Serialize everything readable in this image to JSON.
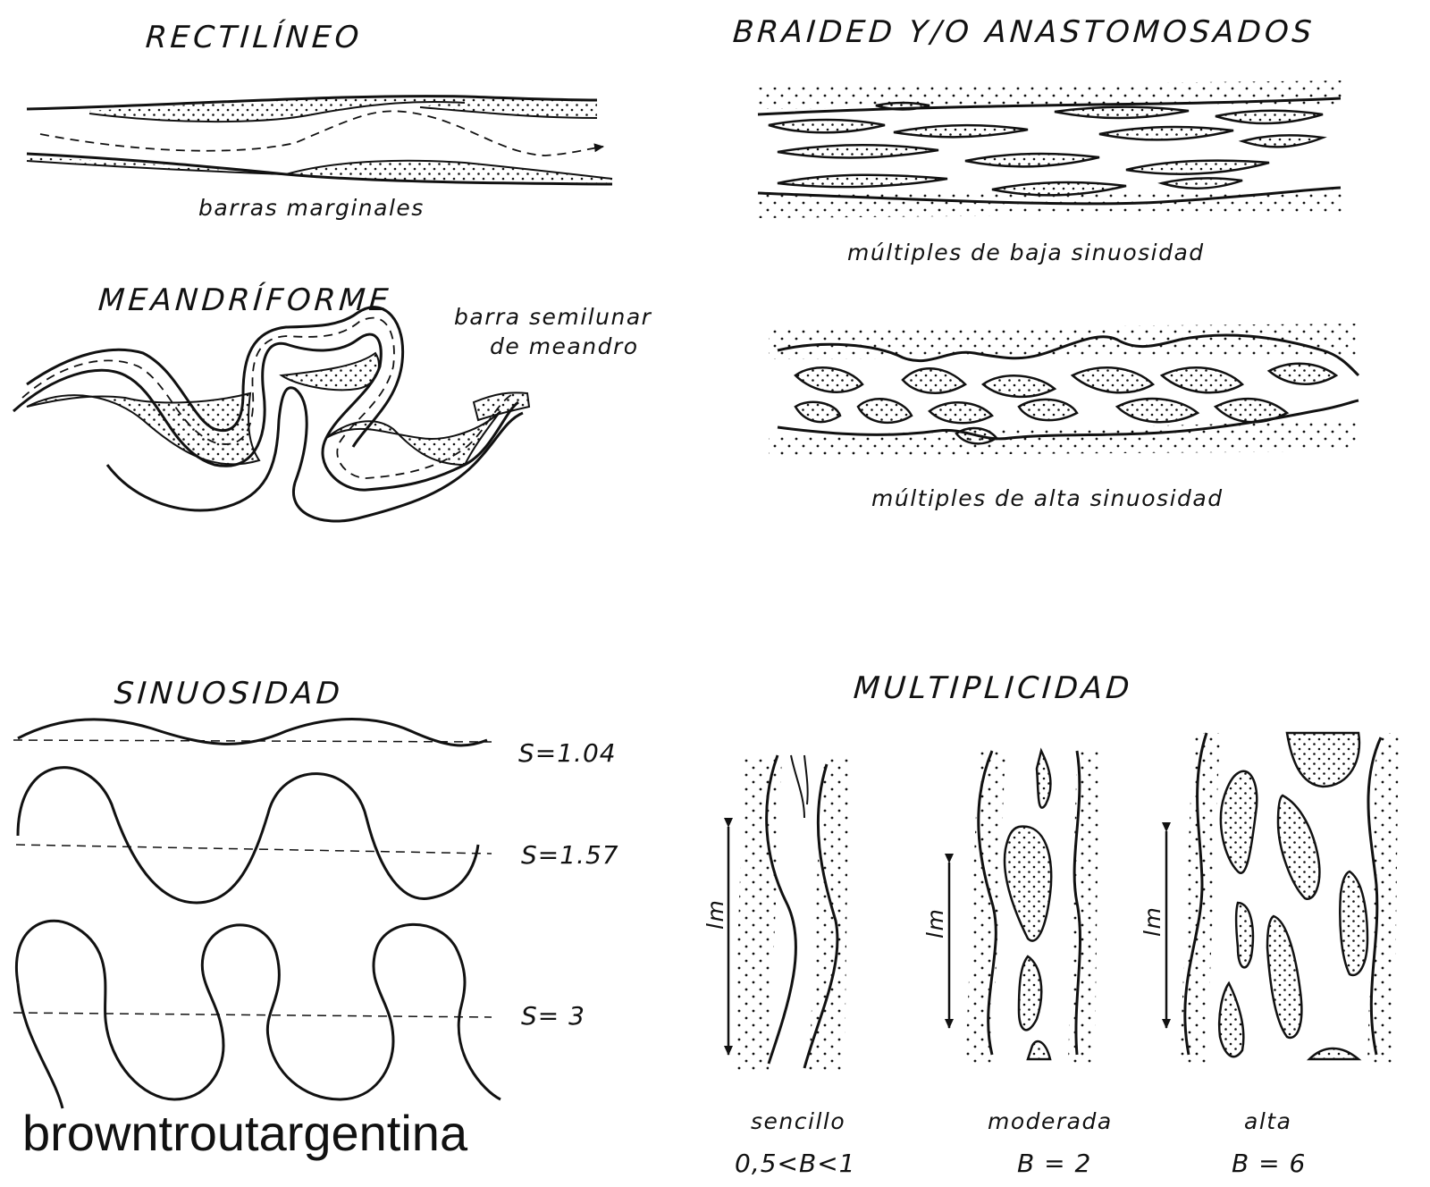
{
  "titles": {
    "rectilineo": "RECTILÍNEO",
    "braided": "BRAIDED Y/O ANASTOMOSADOS",
    "meandriforme": "MEANDRÍFORME",
    "sinuosidad": "SINUOSIDAD",
    "multiplicidad": "MULTIPLICIDAD"
  },
  "captions": {
    "barras_marginales": "barras marginales",
    "baja_sinuosidad": "múltiples de baja sinuosidad",
    "alta_sinuosidad": "múltiples de alta sinuosidad",
    "barra_semilunar_1": "barra semilunar",
    "barra_semilunar_2": "de meandro"
  },
  "sinuosity_values": [
    "S=1.04",
    "S=1.57",
    "S= 3"
  ],
  "multiplicity": [
    {
      "label": "sencillo",
      "value": "0,5<B<1",
      "axis": "lm"
    },
    {
      "label": "moderada",
      "value": "B = 2",
      "axis": "lm"
    },
    {
      "label": "alta",
      "value": "B = 6",
      "axis": "lm"
    }
  ],
  "watermark": "browntroutargentina",
  "colors": {
    "ink": "#111111",
    "paper": "#ffffff"
  }
}
